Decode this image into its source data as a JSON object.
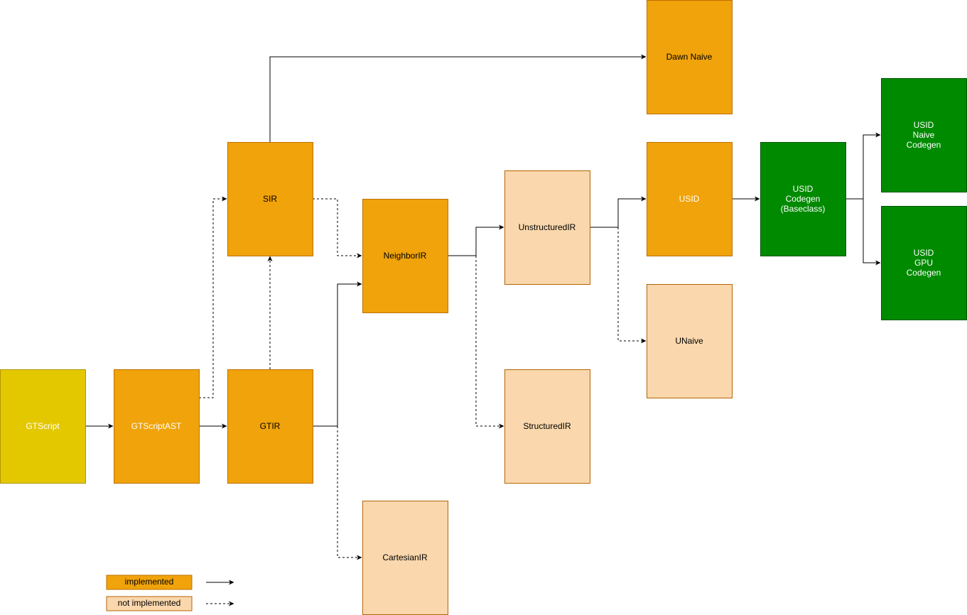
{
  "colors": {
    "implemented_fill": "#f0a30a",
    "implemented_stroke": "#bd7000",
    "not_implemented_fill": "#fad7ac",
    "not_implemented_stroke": "#b46504",
    "script_fill": "#e3c800",
    "script_stroke": "#b09500",
    "codegen_fill": "#008a00",
    "codegen_stroke": "#005700",
    "light_text": "#ffffff",
    "dark_text": "#000000"
  },
  "nodes": {
    "gtscript": {
      "label": [
        "GTScript"
      ],
      "kind": "script"
    },
    "gtscriptast": {
      "label": [
        "GTScriptAST"
      ],
      "kind": "implemented_light_text"
    },
    "gtir": {
      "label": [
        "GTIR"
      ],
      "kind": "implemented"
    },
    "sir": {
      "label": [
        "SIR"
      ],
      "kind": "implemented"
    },
    "dawn_naive": {
      "label": [
        "Dawn Naive"
      ],
      "kind": "implemented"
    },
    "neighborir": {
      "label": [
        "NeighborIR"
      ],
      "kind": "implemented"
    },
    "unstructuredir": {
      "label": [
        "UnstructuredIR"
      ],
      "kind": "not_implemented"
    },
    "structuredir": {
      "label": [
        "StructuredIR"
      ],
      "kind": "not_implemented"
    },
    "cartesianir": {
      "label": [
        "CartesianIR"
      ],
      "kind": "not_implemented"
    },
    "usid": {
      "label": [
        "USID"
      ],
      "kind": "implemented_light_text"
    },
    "unaive": {
      "label": [
        "UNaive"
      ],
      "kind": "not_implemented"
    },
    "usid_codegen": {
      "label": [
        "USID",
        "Codegen",
        "(Baseclass)"
      ],
      "kind": "codegen"
    },
    "usid_naive_codegen": {
      "label": [
        "USID",
        "Naive",
        "Codegen"
      ],
      "kind": "codegen"
    },
    "usid_gpu_codegen": {
      "label": [
        "USID",
        "GPU",
        "Codegen"
      ],
      "kind": "codegen"
    }
  },
  "edges": [
    {
      "from": "gtscript",
      "to": "gtscriptast",
      "style": "solid"
    },
    {
      "from": "gtscriptast",
      "to": "gtir",
      "style": "solid"
    },
    {
      "from": "gtscriptast",
      "to": "sir",
      "style": "dashed"
    },
    {
      "from": "gtir",
      "to": "sir",
      "style": "dashed"
    },
    {
      "from": "sir",
      "to": "dawn_naive",
      "style": "solid"
    },
    {
      "from": "sir",
      "to": "neighborir",
      "style": "dashed"
    },
    {
      "from": "gtir",
      "to": "neighborir",
      "style": "solid"
    },
    {
      "from": "gtir",
      "to": "cartesianir",
      "style": "dashed"
    },
    {
      "from": "neighborir",
      "to": "unstructuredir",
      "style": "solid"
    },
    {
      "from": "neighborir",
      "to": "structuredir",
      "style": "dashed"
    },
    {
      "from": "unstructuredir",
      "to": "usid",
      "style": "solid"
    },
    {
      "from": "unstructuredir",
      "to": "unaive",
      "style": "dashed"
    },
    {
      "from": "usid",
      "to": "usid_codegen",
      "style": "solid"
    },
    {
      "from": "usid_codegen",
      "to": "usid_naive_codegen",
      "style": "solid"
    },
    {
      "from": "usid_codegen",
      "to": "usid_gpu_codegen",
      "style": "solid"
    }
  ],
  "legend": {
    "implemented_label": "implemented",
    "not_implemented_label": "not implemented"
  }
}
